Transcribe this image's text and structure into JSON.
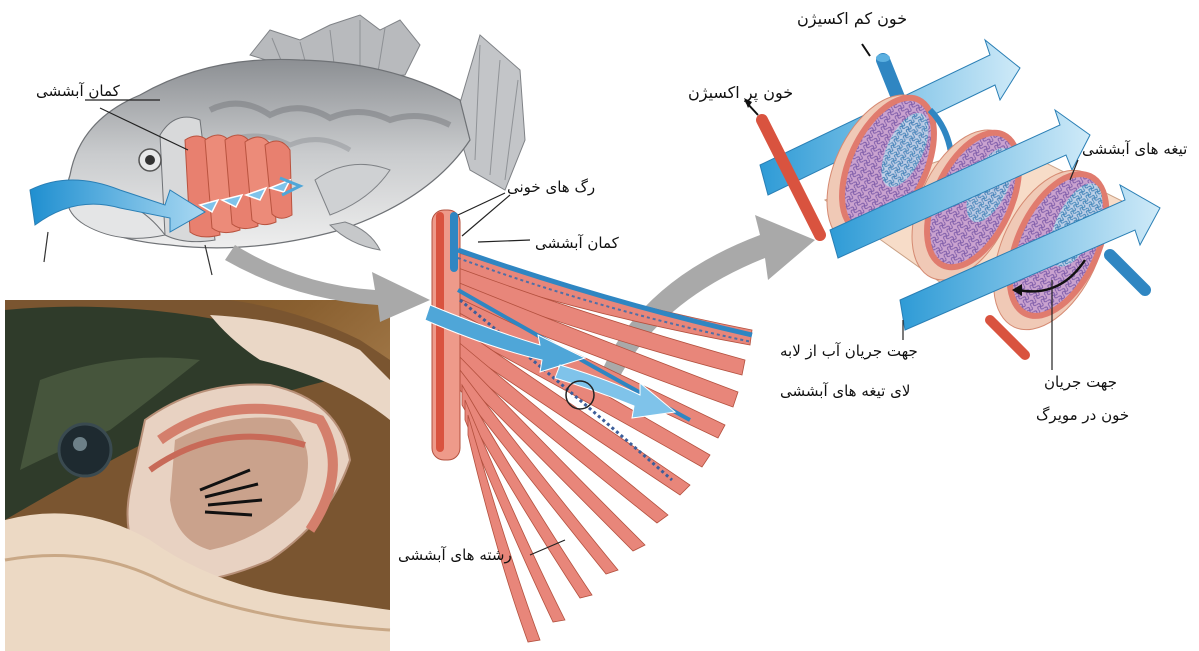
{
  "labels": {
    "gill_arch_top": "کمان آبششی",
    "blood_vessels": "رگ های خونی",
    "gill_arch_mid": "کمان آبششی",
    "gill_filaments": "رشته های آبششی",
    "low_oxygen_blood": "خون کم اکسیژن",
    "high_oxygen_blood": "خون پر اکسیژن",
    "gill_lamellae": "تیغه های آبششی",
    "water_flow_line1": "جهت جریان آب از لابه",
    "water_flow_line2": "لای تیغه های آبششی",
    "blood_flow_line1": "جهت جریان",
    "blood_flow_line2": "خون در مویرگ"
  },
  "colors": {
    "water_arrow": "#4fa6d8",
    "water_arrow_light": "#a9d8f2",
    "gill_red": "#e0756a",
    "gill_light": "#f2b8a8",
    "vein_blue": "#2f86c2",
    "artery_red": "#d9533f",
    "fish_gray": "#b5b7b9",
    "transition_arrow": "#a8a8a8"
  }
}
